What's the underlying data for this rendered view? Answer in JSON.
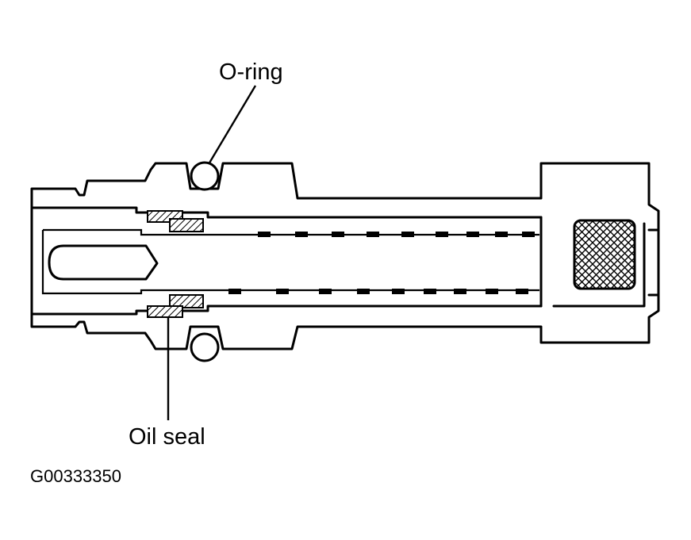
{
  "labels": {
    "o_ring": "O-ring",
    "oil_seal": "Oil seal",
    "figure_id": "G00333350"
  },
  "colors": {
    "line": "#000000",
    "background": "#ffffff"
  }
}
